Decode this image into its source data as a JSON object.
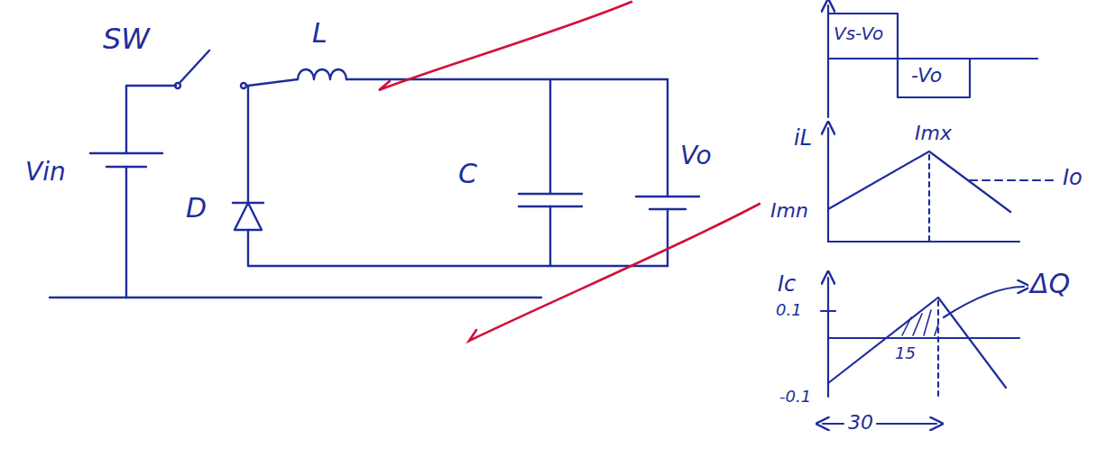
{
  "diagram": {
    "labels": [
      "SW",
      "L",
      "Vin",
      "D",
      "C",
      "Vo",
      "Vs-Vo",
      "-Vo",
      "iL",
      "Imx",
      "Imn",
      "Io",
      "Ic",
      "0.1",
      "15",
      "-0.1",
      "30",
      "ΔQ"
    ]
  }
}
